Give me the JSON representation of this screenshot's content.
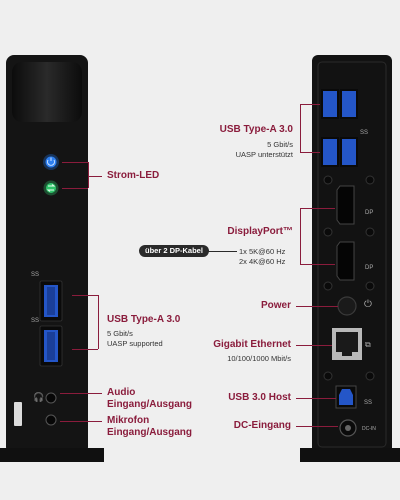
{
  "left": {
    "strom_led": {
      "title": "Strom-LED"
    },
    "usb": {
      "title": "USB Type-A 3.0",
      "line1": "5 Gbit/s",
      "line2": "UASP supported"
    },
    "audio": {
      "line1": "Audio",
      "line2": "Eingang/Ausgang"
    },
    "mic": {
      "line1": "Mikrofon",
      "line2": "Eingang/Ausgang"
    }
  },
  "right": {
    "usb": {
      "title": "USB Type-A 3.0",
      "line1": "5 Gbit/s",
      "line2": "UASP unterstützt"
    },
    "displayport": {
      "title": "DisplayPort™",
      "pill": "über 2 DP-Kabel",
      "line1": "1x 5K@60 Hz",
      "line2": "2x 4K@60 Hz"
    },
    "power": {
      "title": "Power"
    },
    "ethernet": {
      "title": "Gigabit Ethernet",
      "line1": "10/100/1000 Mbit/s"
    },
    "host": {
      "title": "USB 3.0 Host"
    },
    "dc": {
      "title": "DC-Eingang"
    }
  },
  "device_marks": {
    "ss": "SS",
    "dp": "DP",
    "dcin": "DC-IN"
  },
  "colors": {
    "accent": "#8a1c3c",
    "device": "#151515",
    "power_led": "#1e6fe0",
    "status_led": "#2fc46a"
  }
}
